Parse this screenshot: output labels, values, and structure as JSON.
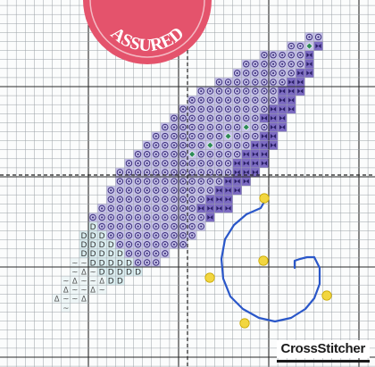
{
  "badge": {
    "text": "ASSURED",
    "color": "#e4536c"
  },
  "brand": {
    "text": "CrossStitcher"
  },
  "colors": {
    "grid_minor": "#9aa0a6",
    "grid_major": "#2a2a2a",
    "purple_dark": "#7c6bc2",
    "purple_mid": "#a39be0",
    "purple_light": "#c7c2ea",
    "teal_light": "#d9edf0",
    "backstitch": "#2a57c9",
    "french_knot": "#f2d640",
    "sparkle": "#2e8b57"
  },
  "legend_symbols": {
    "bowtie": "purple-bowtie-icon",
    "circle_dot": "purple-ring-icon",
    "d_letter": "D",
    "triangle": "Δ",
    "tilde": "~",
    "diamond": "green-diamond-icon"
  }
}
